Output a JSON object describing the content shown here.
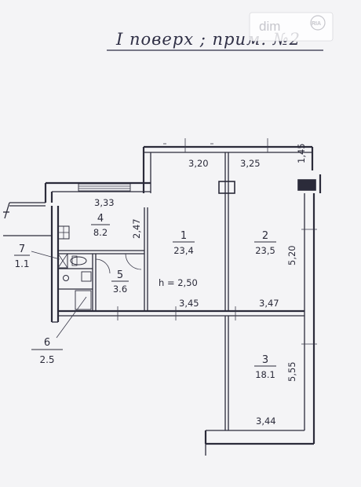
{
  "title": "I поверх ; прим. №2",
  "watermark": {
    "brand_text": "dim",
    "badge_text": "RIA"
  },
  "ceiling_height": "h = 2,50",
  "rooms": [
    {
      "number": "1",
      "area": "23,4"
    },
    {
      "number": "2",
      "area": "23,5"
    },
    {
      "number": "3",
      "area": "18.1"
    },
    {
      "number": "4",
      "area": "8.2"
    },
    {
      "number": "5",
      "area": "3.6"
    }
  ],
  "callouts": [
    {
      "number": "6",
      "area": "2.5"
    },
    {
      "number": "7",
      "area": "1.1"
    }
  ],
  "dimensions": {
    "top_room1_width": "3,20",
    "top_room2_width": "3,25",
    "right_top": "1,45",
    "room4_width": "3,33",
    "room4_height": "2,47",
    "room2_depth": "5,20",
    "room1_bottom": "3,45",
    "room2_bottom": "3,47",
    "room3_depth": "5,55",
    "room3_width": "3,44"
  }
}
